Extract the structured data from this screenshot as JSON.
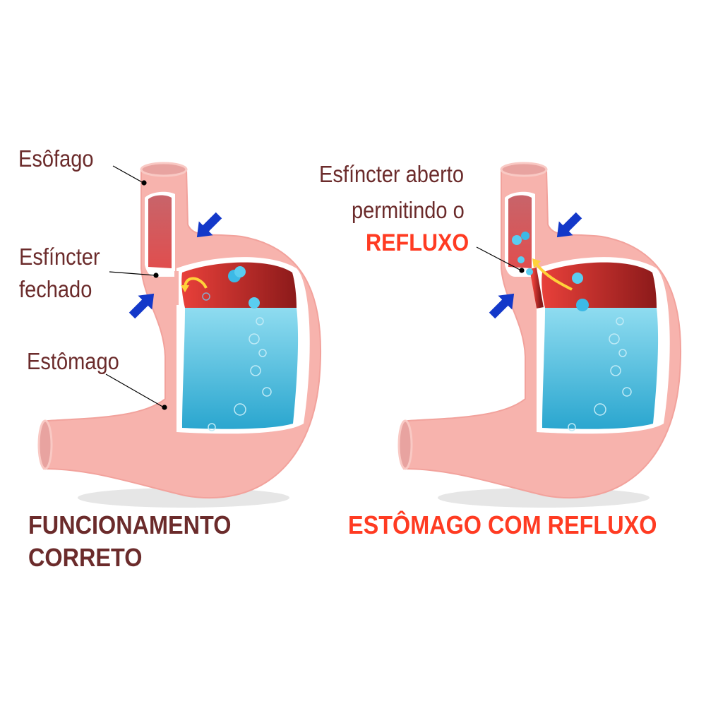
{
  "left_panel": {
    "labels": {
      "esophagus": "Esôfago",
      "sphincter_1": "Esfíncter",
      "sphincter_2": "fechado",
      "stomach": "Estômago"
    },
    "title_1": "FUNCIONAMENTO",
    "title_2": "CORRETO"
  },
  "right_panel": {
    "labels": {
      "line_1": "Esfíncter aberto",
      "line_2": "permitindo o",
      "line_3": "REFLUXO"
    },
    "title": "ESTÔMAGO COM REFLUXO"
  },
  "colors": {
    "label_text": "#6b2b2b",
    "accent_red": "#ff3b22",
    "tissue": "#f7b3ad",
    "acid": "#46b8d8",
    "gas": "#9b1f1f",
    "arrow": "#1338c9"
  }
}
